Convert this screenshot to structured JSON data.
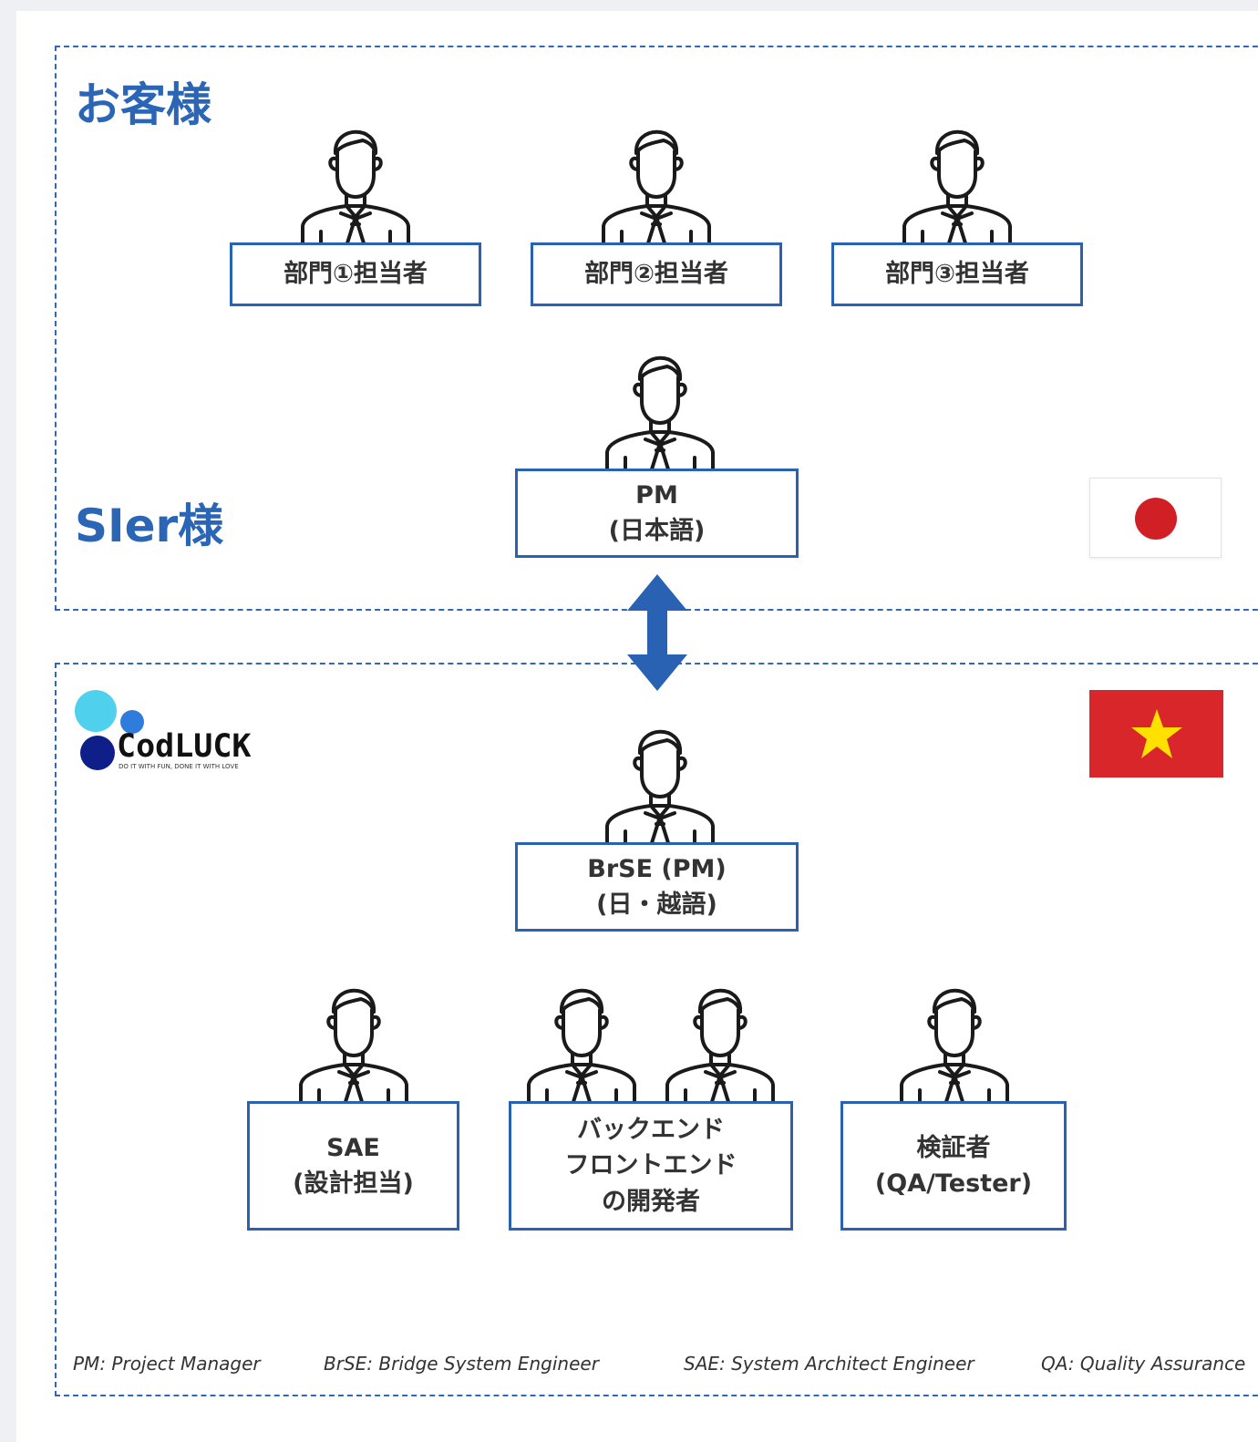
{
  "regions": {
    "client_label": "お客様",
    "sier_label": "SIer様"
  },
  "customer_roles": [
    {
      "label": "部門①担当者"
    },
    {
      "label": "部門②担当者"
    },
    {
      "label": "部門③担当者"
    }
  ],
  "pm": {
    "line1": "PM",
    "line2": "(日本語)"
  },
  "brse": {
    "line1": "BrSE (PM)",
    "line2": "(日・越語)"
  },
  "team": {
    "sae": {
      "line1": "SAE",
      "line2": "(設計担当)"
    },
    "dev": {
      "line1": "バックエンド",
      "line2": "フロントエンド",
      "line3": "の開発者"
    },
    "qa": {
      "line1": "検証者",
      "line2": "(QA/Tester)"
    }
  },
  "logo": {
    "name": "CodLUCK",
    "tagline": "DO IT WITH FUN, DONE IT WITH LOVE"
  },
  "legend": [
    "PM: Project Manager",
    "BrSE: Bridge System Engineer",
    "SAE:  System Architect Engineer",
    "QA: Quality Assurance"
  ],
  "colors": {
    "accent": "#2b66b6",
    "box_border": "#2a62b3",
    "arrow": "#2a62b3",
    "jp_red": "#d11f26",
    "vn_red": "#d8262a",
    "vn_star": "#ffe000"
  },
  "icons": {
    "person": "person-icon",
    "arrow": "double-arrow-icon",
    "jp_flag": "japan-flag-icon",
    "vn_flag": "vietnam-flag-icon"
  }
}
